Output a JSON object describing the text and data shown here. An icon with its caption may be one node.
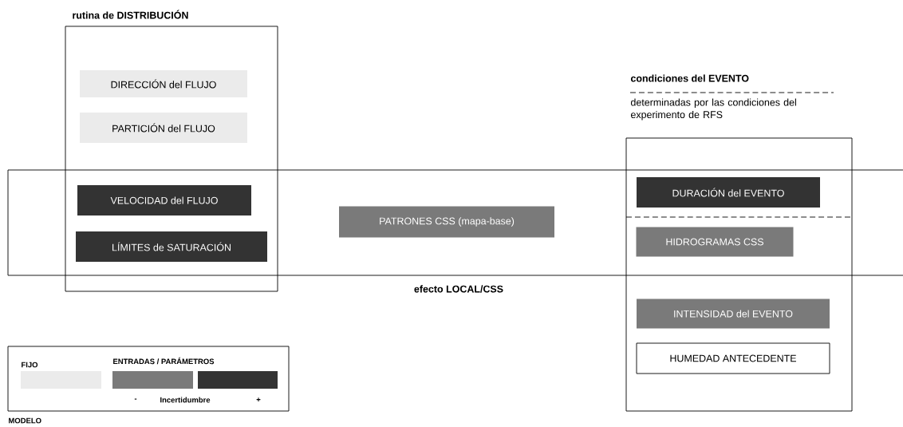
{
  "diagram": {
    "nodes": [
      {
        "text": [
          "rutina de DISTRIBUCIÓN"
        ]
      },
      {
        "text": [
          "DIRECCIÓN del FLUJO"
        ],
        "in": 0
      },
      {
        "text": [
          "PARTICIÓN del FLUJO"
        ],
        "in": 0
      },
      {
        "text": [
          "condiciones del EVENTO",
          "determinadas por las condiciones del experimento de RFS"
        ]
      },
      {
        "text": [
          "efecto LOCAL/CSS"
        ]
      },
      {
        "text": [
          "VELOCIDAD del FLUJO"
        ]
      },
      {
        "text": [
          "LÍMITES de SATURACIÓN"
        ]
      },
      {
        "text": [
          "PATRONES CSS (mapa-base)"
        ],
        "in": 4
      },
      {
        "text": [
          "DURACIÓN del EVENTO"
        ]
      },
      {
        "text": [
          "HIDROGRAMAS CSS"
        ]
      },
      {
        "text": [
          "INTENSIDAD del EVENTO"
        ],
        "in": 3
      },
      {
        "text": [
          "HUMEDAD ANTECEDENTE"
        ],
        "in": 3
      }
    ],
    "edges": [],
    "labels": [
      "ENTRADAS / PARÁMETROS",
      "Incertidumbre",
      "MODELO"
    ],
    "legend": [
      {
        "text": "FIJO",
        "color": "#ebebeb"
      },
      {
        "text": "-",
        "color": "#7a7a7a"
      },
      {
        "text": "+",
        "color": "#333333"
      }
    ]
  }
}
